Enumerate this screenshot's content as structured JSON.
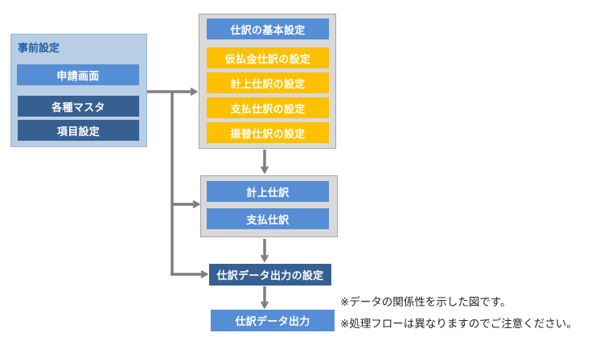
{
  "pre_settings": {
    "title": "事前設定",
    "items": [
      {
        "label": "申請画面",
        "color": "#558ed5"
      },
      {
        "label": "各種マスタ",
        "color": "#376092"
      },
      {
        "label": "項目設定",
        "color": "#376092"
      }
    ]
  },
  "journal_settings": {
    "header": "仕訳の基本設定",
    "items": [
      {
        "label": "仮払金仕訳の設定"
      },
      {
        "label": "計上仕訳の設定"
      },
      {
        "label": "支払仕訳の設定"
      },
      {
        "label": "振替仕訳の設定"
      }
    ]
  },
  "journals": {
    "items": [
      {
        "label": "計上仕訳"
      },
      {
        "label": "支払仕訳"
      }
    ]
  },
  "output_settings": {
    "label": "仕訳データ出力の設定"
  },
  "output": {
    "label": "仕訳データ出力"
  },
  "notes": [
    "※データの関係性を示した図です。",
    "※処理フローは異なりますのでご注意ください。"
  ],
  "colors": {
    "blue": "#558ed5",
    "navy": "#376092",
    "amber": "#ffc000",
    "gray_panel": "#d9d9d9",
    "light_blue_panel": "#b9cde5",
    "connector": "#7f7f7f"
  }
}
